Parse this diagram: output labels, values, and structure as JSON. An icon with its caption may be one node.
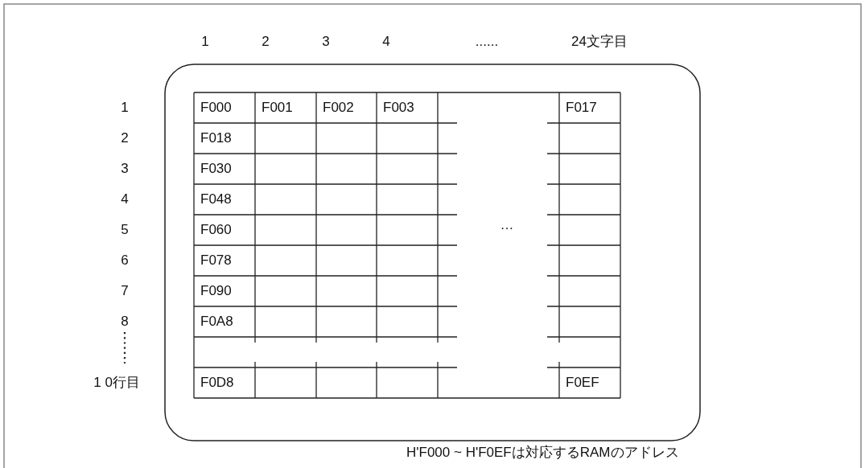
{
  "diagram": {
    "labels": [
      "1",
      "2",
      "3",
      "4",
      "......",
      "24文字目",
      "1",
      "F000",
      "F001",
      "F002",
      "F003",
      "F017",
      "2",
      "F018",
      "3",
      "F030",
      "4",
      "F048",
      "5",
      "F060",
      "…",
      "6",
      "F078",
      "7",
      "F090",
      "8",
      "F0A8",
      "1 0行目",
      "F0D8",
      "F0EF",
      "H'F000 ~ H'F0EFは対応するRAMのアドレス"
    ]
  }
}
